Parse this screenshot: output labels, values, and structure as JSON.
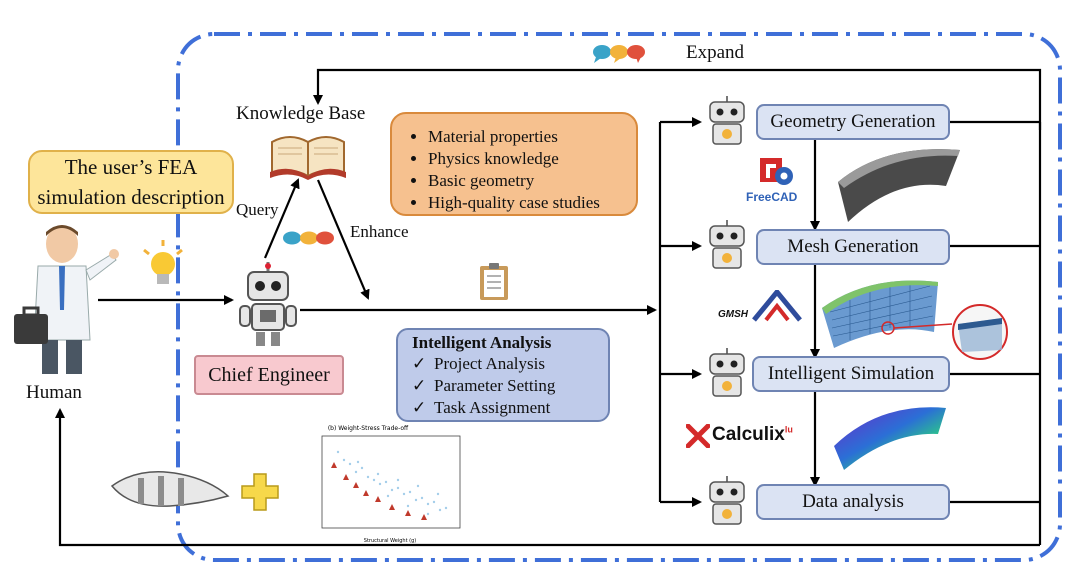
{
  "labels": {
    "expand": "Expand",
    "knowledge_base": "Knowledge Base",
    "query": "Query",
    "enhance": "Enhance",
    "human": "Human"
  },
  "user_description": [
    "The user’s FEA",
    "simulation description"
  ],
  "knowledge_items": [
    "Material properties",
    "Physics knowledge",
    "Basic geometry",
    "High-quality case studies"
  ],
  "chief_engineer": "Chief Engineer",
  "analysis": {
    "title": "Intelligent Analysis",
    "items": [
      "Project Analysis",
      "Parameter Setting",
      "Task Assignment"
    ]
  },
  "stages": [
    "Geometry Generation",
    "Mesh Generation",
    "Intelligent Simulation",
    "Data analysis"
  ],
  "tools": {
    "freecad": "FreeCAD",
    "gmsh": "GMSH",
    "calculix": "Calculix",
    "calculix_sup": "lu"
  },
  "mini_chart": {
    "title": "(b) Weight-Stress Trade-off",
    "xlabel": "Structural Weight (g)"
  },
  "colors": {
    "dashed_border": "#3f6fd8",
    "arrow": "#000000",
    "stage_fill": "#dbe3f3",
    "analysis_fill": "#bfcbea",
    "knowledge_fill": "#f6c18f",
    "description_fill": "#fde59a",
    "chief_fill": "#f8c9cf"
  }
}
